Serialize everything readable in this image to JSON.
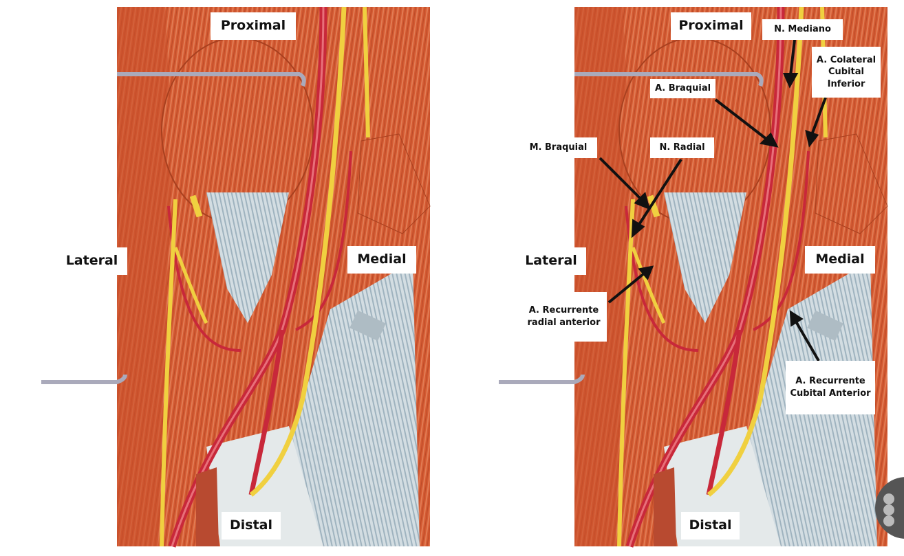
{
  "left_panel": {
    "labels": {
      "proximal": "Proximal",
      "lateral": "Lateral",
      "medial": "Medial",
      "distal": "Distal"
    }
  },
  "right_panel": {
    "labels": {
      "proximal": "Proximal",
      "lateral": "Lateral",
      "medial": "Medial",
      "distal": "Distal",
      "n_mediano": "N. Mediano",
      "a_colateral": "A. Colateral Cubital Inferior",
      "a_braquial": "A. Braquial",
      "m_braquial": "M. Braquial",
      "n_radial": "N. Radial",
      "a_recurrente_radial": "A. Recurrente radial anterior",
      "a_recurrente_cubital": "A. Recurrente Cubital Anterior"
    }
  },
  "colors": {
    "muscle": "#d4623a",
    "muscle_light": "#e8906a",
    "artery": "#c8283a",
    "nerve": "#f0d040",
    "tendon": "#c9d6dc"
  },
  "more_button": {
    "icon": "more-vertical-icon"
  }
}
